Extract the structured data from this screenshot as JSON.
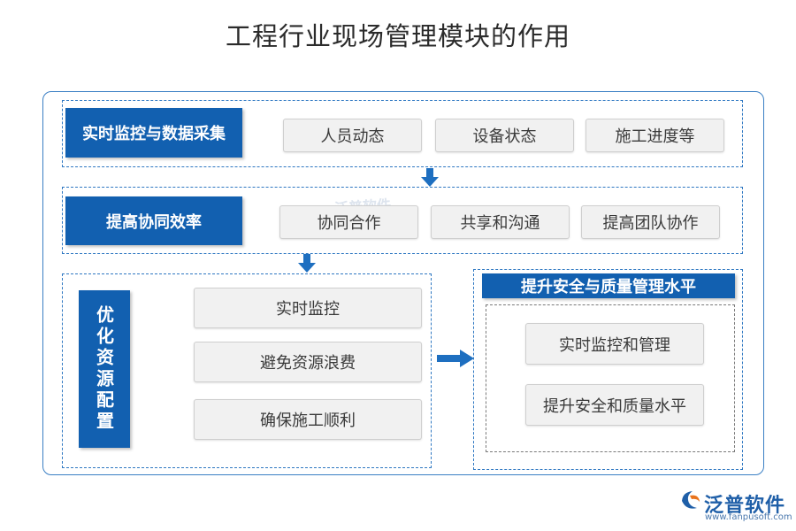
{
  "title": "工程行业现场管理模块的作用",
  "section1": {
    "label": "实时监控与数据采集",
    "items": [
      "人员动态",
      "设备状态",
      "施工进度等"
    ]
  },
  "section2": {
    "label": "提高协同效率",
    "items": [
      "协同合作",
      "共享和沟通",
      "提高团队协作"
    ]
  },
  "section3": {
    "label": "优化资源配置",
    "items": [
      "实时监控",
      "避免资源浪费",
      "确保施工顺利"
    ]
  },
  "section4": {
    "label": "提升安全与质量管理水平",
    "items": [
      "实时监控和管理",
      "提升安全和质量水平"
    ]
  },
  "logo": {
    "name": "泛普软件",
    "url": "www.fanpusoft.com"
  },
  "colors": {
    "accent": "#1260b0",
    "border": "#2f78c2",
    "chip_bg": "#f1f1f1"
  }
}
